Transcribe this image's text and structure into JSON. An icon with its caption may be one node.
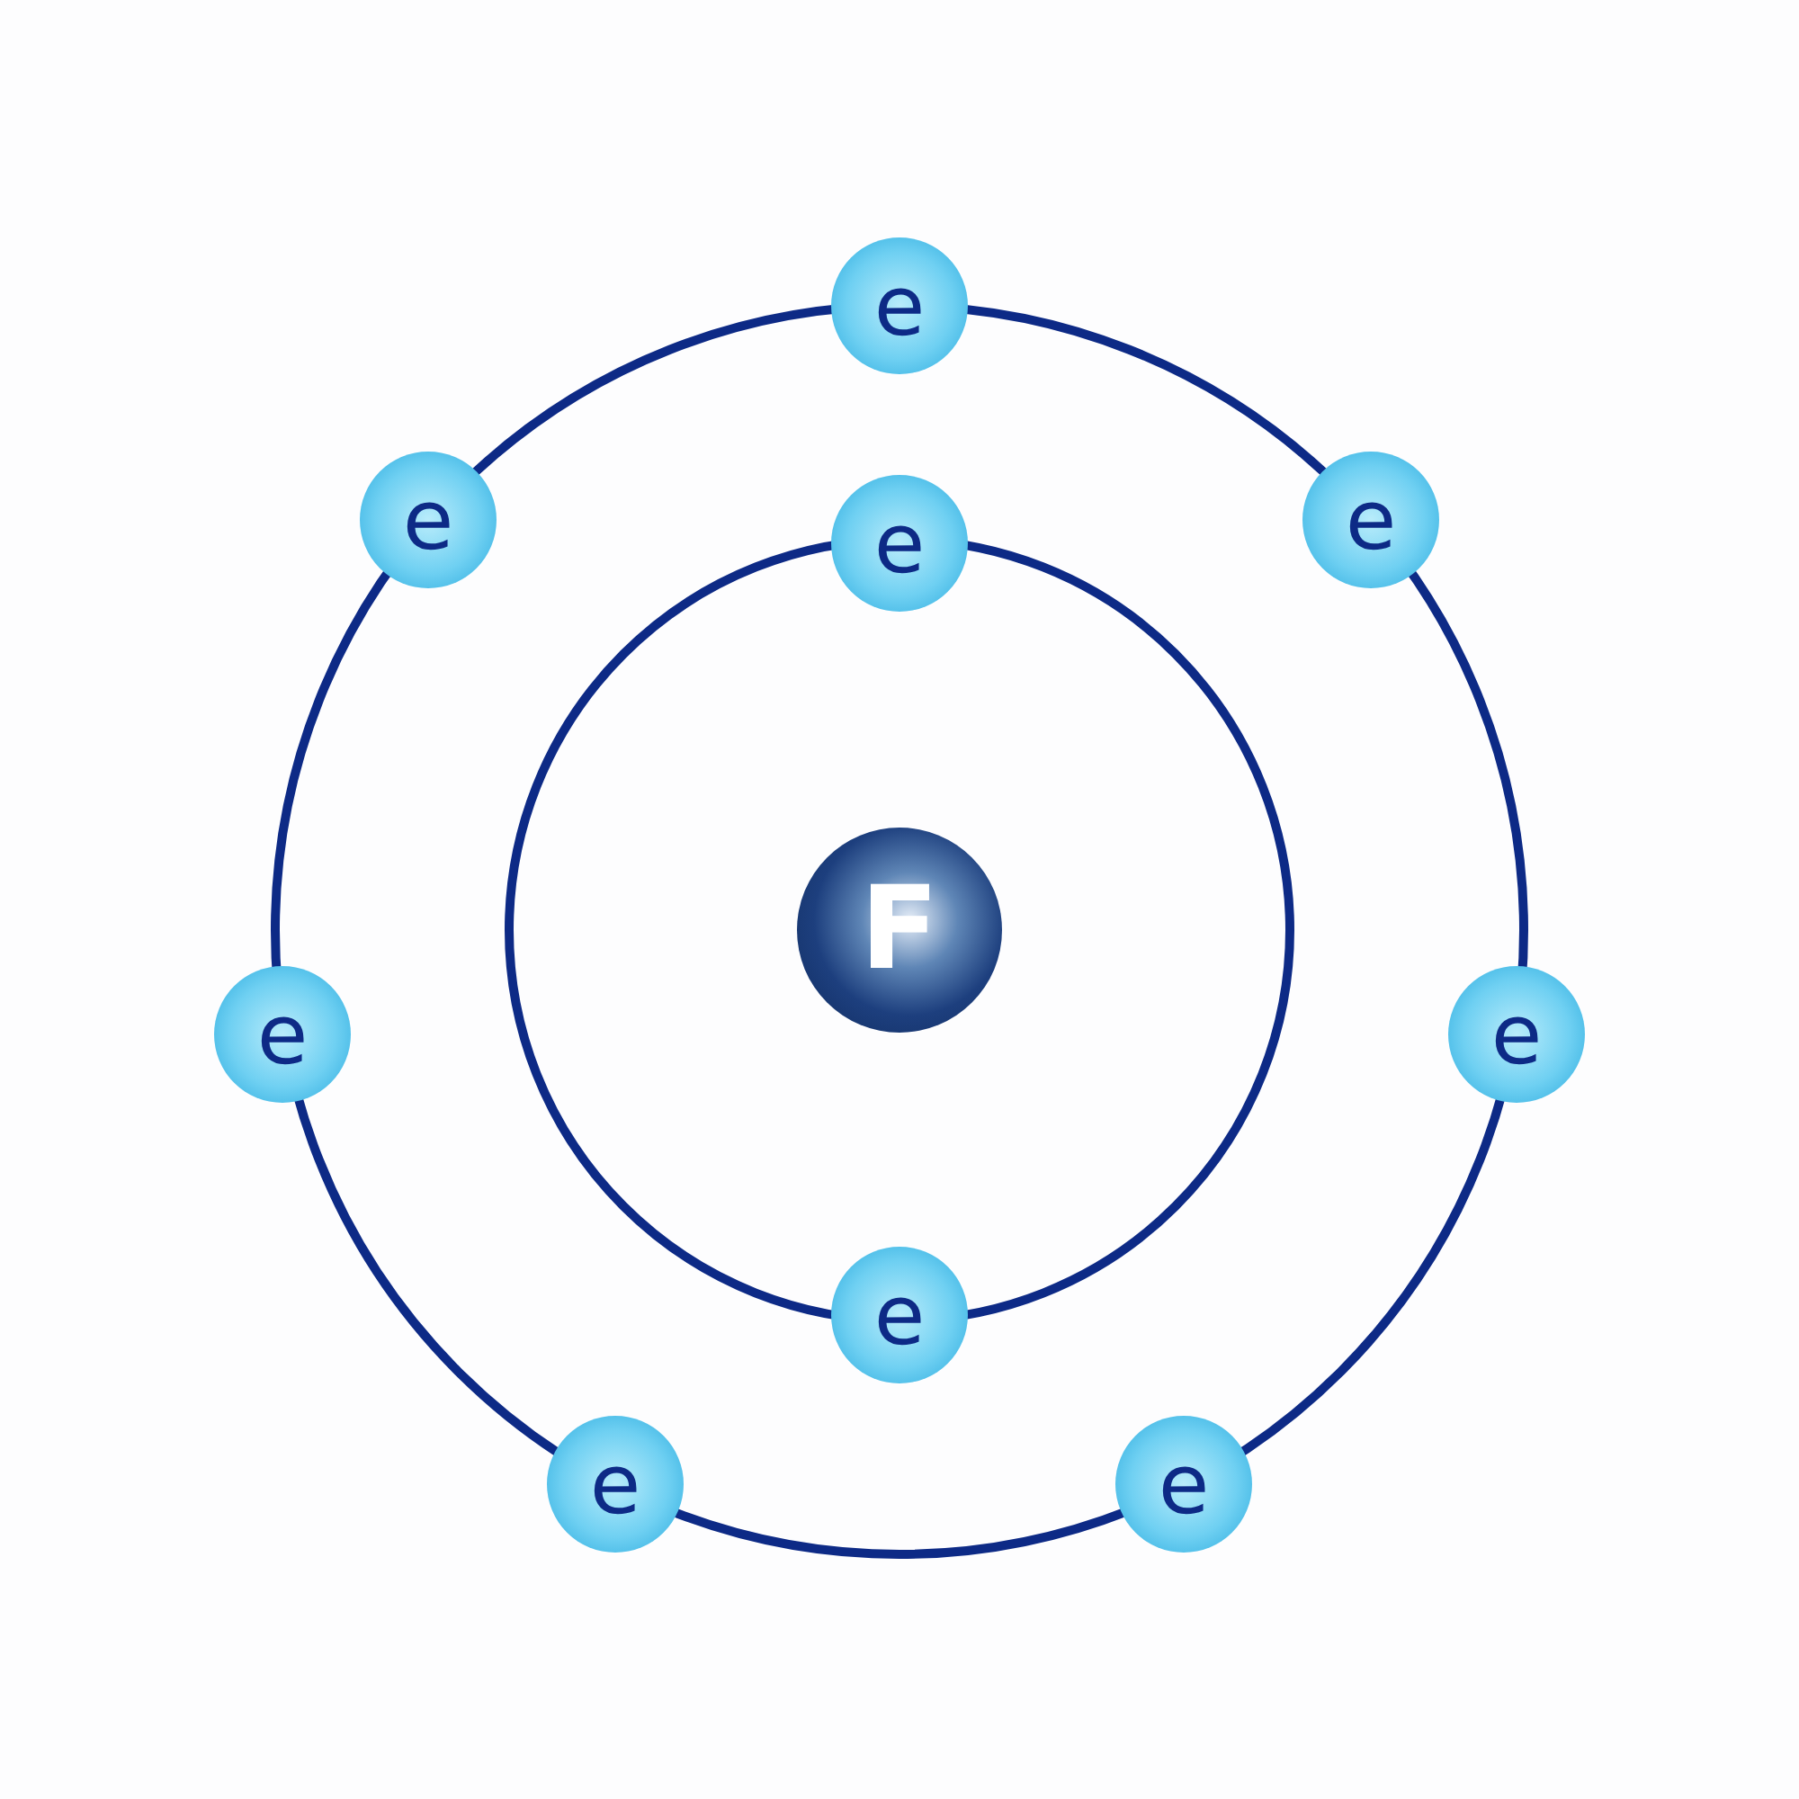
{
  "diagram": {
    "nodes": [
      {
        "text": [
          "e"
        ]
      },
      {
        "text": [
          "e"
        ]
      },
      {
        "text": [
          "e"
        ]
      },
      {
        "text": [
          "e"
        ]
      },
      {
        "text": [
          "F"
        ]
      },
      {
        "text": [
          "e"
        ]
      },
      {
        "text": [
          "e"
        ]
      },
      {
        "text": [
          "e"
        ]
      },
      {
        "text": [
          "e"
        ]
      },
      {
        "text": [
          "e"
        ]
      }
    ]
  }
}
